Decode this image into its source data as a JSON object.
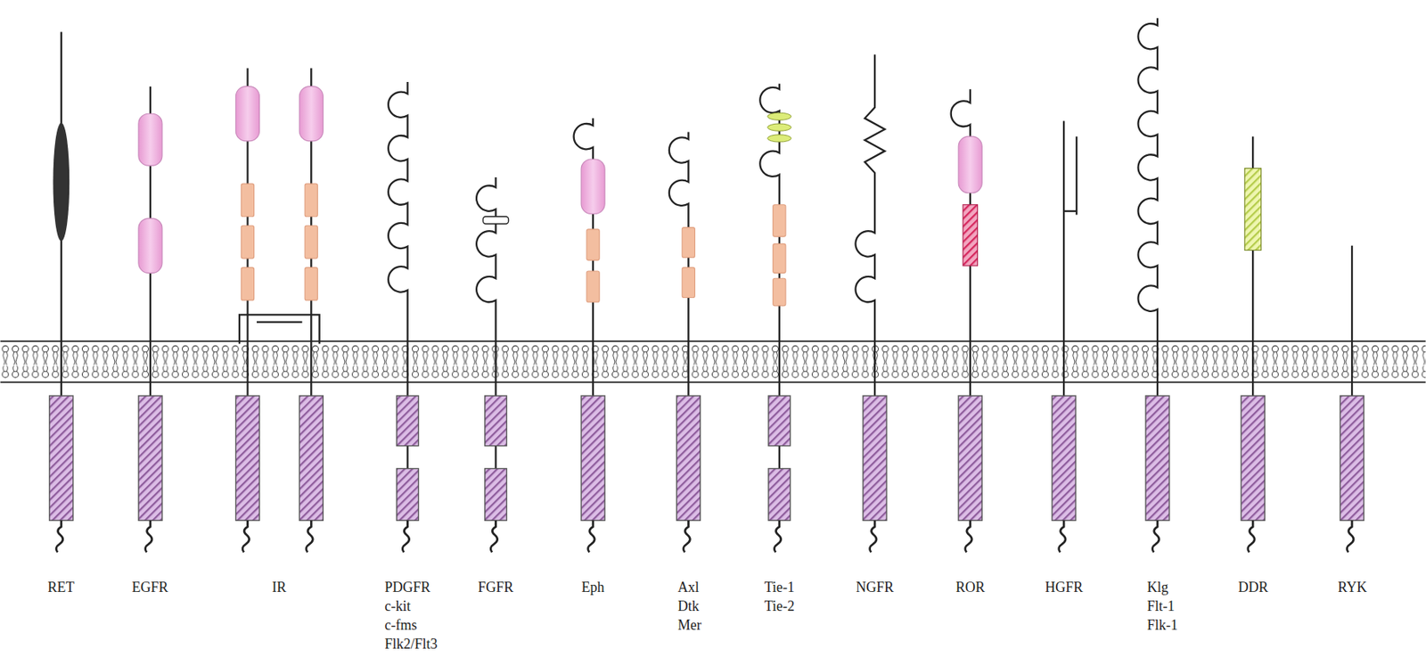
{
  "diagram": {
    "labels": [
      "RET",
      "EGFR",
      "IR",
      "PDGFR",
      "c-kit",
      "c-fms",
      "Flk2/Flt3",
      "FGFR",
      "Eph",
      "Axl",
      "Dtk",
      "Mer",
      "Tie-1",
      "Tie-2",
      "NGFR",
      "ROR",
      "HGFR",
      "Klg",
      "Flt-1",
      "Flk-1",
      "DDR",
      "RYK"
    ]
  }
}
